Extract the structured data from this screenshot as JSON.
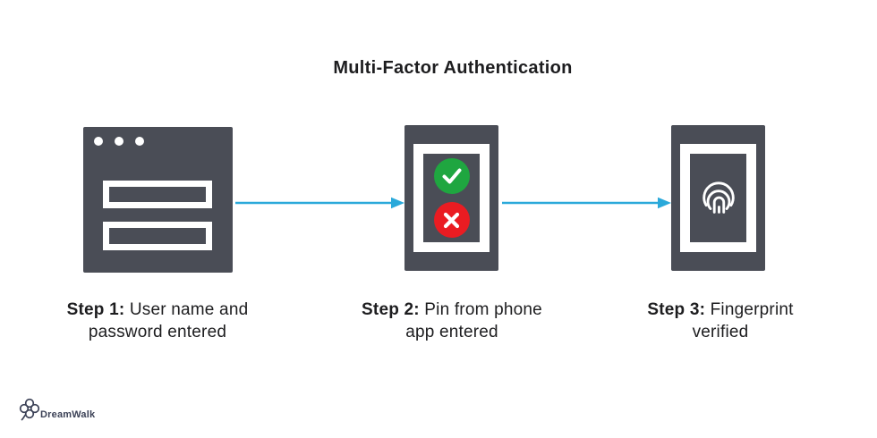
{
  "title": "Multi-Factor Authentication",
  "colors": {
    "icon_dark": "#4a4d56",
    "arrow_blue": "#2aa9da",
    "check_green": "#1fa640",
    "cross_red": "#ea1c22",
    "text_dark": "#1d1d1f",
    "logo_navy": "#3b4156"
  },
  "steps": [
    {
      "icon": "browser-login-icon",
      "label_bold": "Step 1:",
      "label_rest": " User name and",
      "label_line2": "password entered"
    },
    {
      "icon": "phone-pin-check-icon",
      "label_bold": "Step 2:",
      "label_rest": " Pin from phone",
      "label_line2": "app entered"
    },
    {
      "icon": "phone-fingerprint-icon",
      "label_bold": "Step 3:",
      "label_rest": " Fingerprint",
      "label_line2": "verified"
    }
  ],
  "logo": {
    "text": "DreamWalk"
  }
}
